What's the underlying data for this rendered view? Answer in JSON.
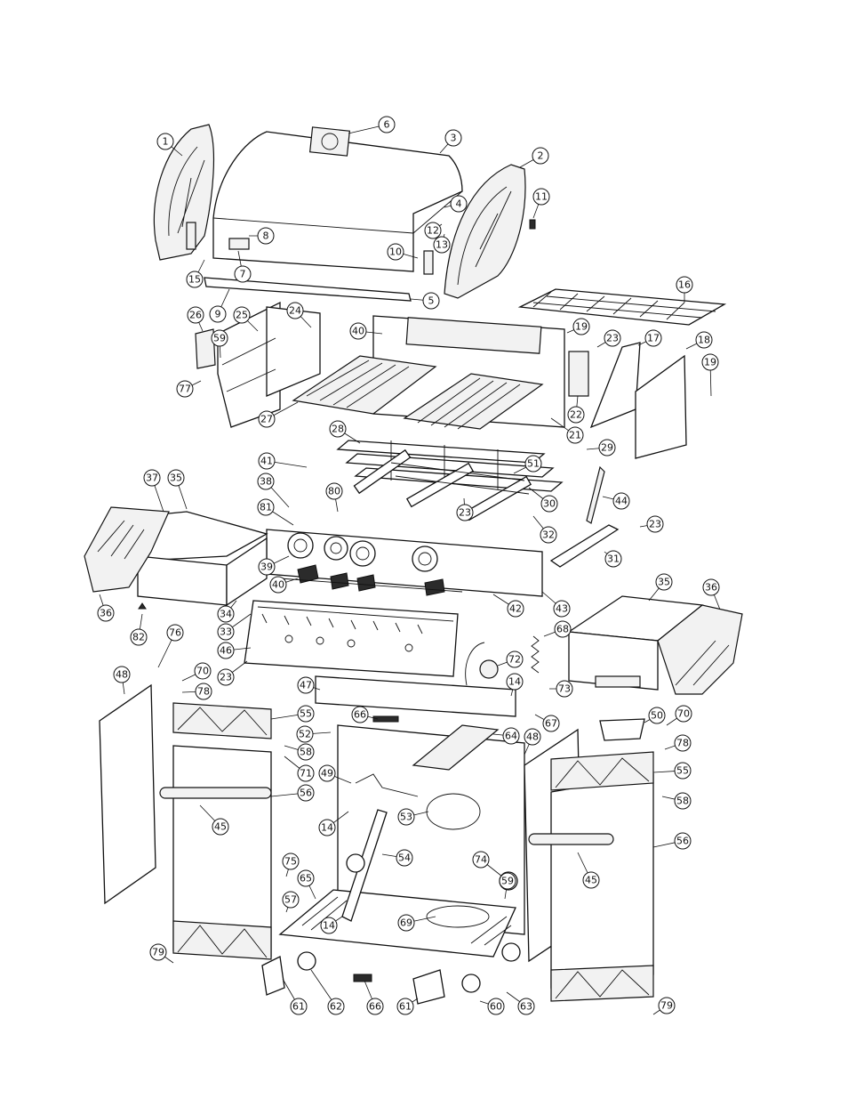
{
  "diagram": {
    "kind": "exploded-parts-view",
    "subject": "gas grill",
    "callout_labels": [
      "1",
      "2",
      "3",
      "4",
      "5",
      "6",
      "7",
      "8",
      "9",
      "10",
      "11",
      "12",
      "13",
      "14",
      "15",
      "16",
      "17",
      "18",
      "19",
      "21",
      "22",
      "23",
      "24",
      "25",
      "26",
      "27",
      "28",
      "29",
      "30",
      "31",
      "32",
      "33",
      "34",
      "35",
      "36",
      "37",
      "38",
      "39",
      "40",
      "41",
      "42",
      "43",
      "44",
      "45",
      "46",
      "47",
      "48",
      "49",
      "50",
      "51",
      "52",
      "53",
      "54",
      "55",
      "56",
      "57",
      "58",
      "59",
      "60",
      "61",
      "62",
      "63",
      "64",
      "65",
      "66",
      "67",
      "68",
      "69",
      "70",
      "71",
      "72",
      "73",
      "74",
      "75",
      "76",
      "77",
      "78",
      "79",
      "80",
      "81",
      "82"
    ]
  }
}
